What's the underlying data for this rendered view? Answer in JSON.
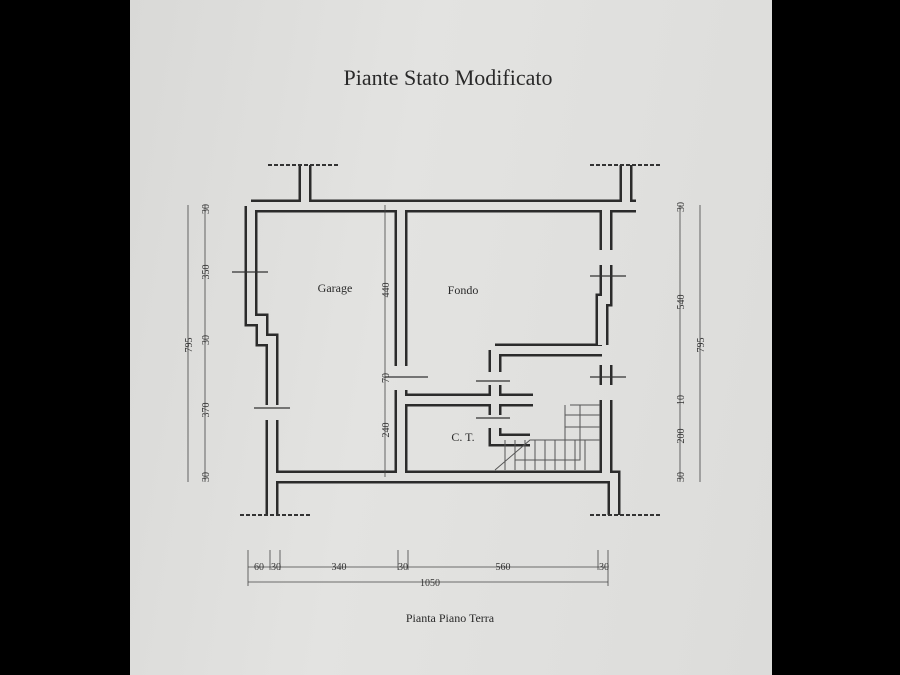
{
  "title": "Piante Stato Modificato",
  "subtitle": "Pianta Piano Terra",
  "rooms": {
    "garage": "Garage",
    "fondo": "Fondo",
    "ct": "C. T."
  },
  "dims": {
    "left_total": "795",
    "left": [
      "30",
      "350",
      "30",
      "370",
      "30"
    ],
    "right_total": "795",
    "right": [
      "30",
      "540",
      "10",
      "200",
      "30"
    ],
    "inner": [
      "440",
      "70",
      "240"
    ],
    "bottom": [
      "60",
      "30",
      "340",
      "30",
      "560",
      "30"
    ],
    "bottom_total": "1050"
  },
  "colors": {
    "wall": "#2b2b2b",
    "paper": "#dfdfdd"
  }
}
